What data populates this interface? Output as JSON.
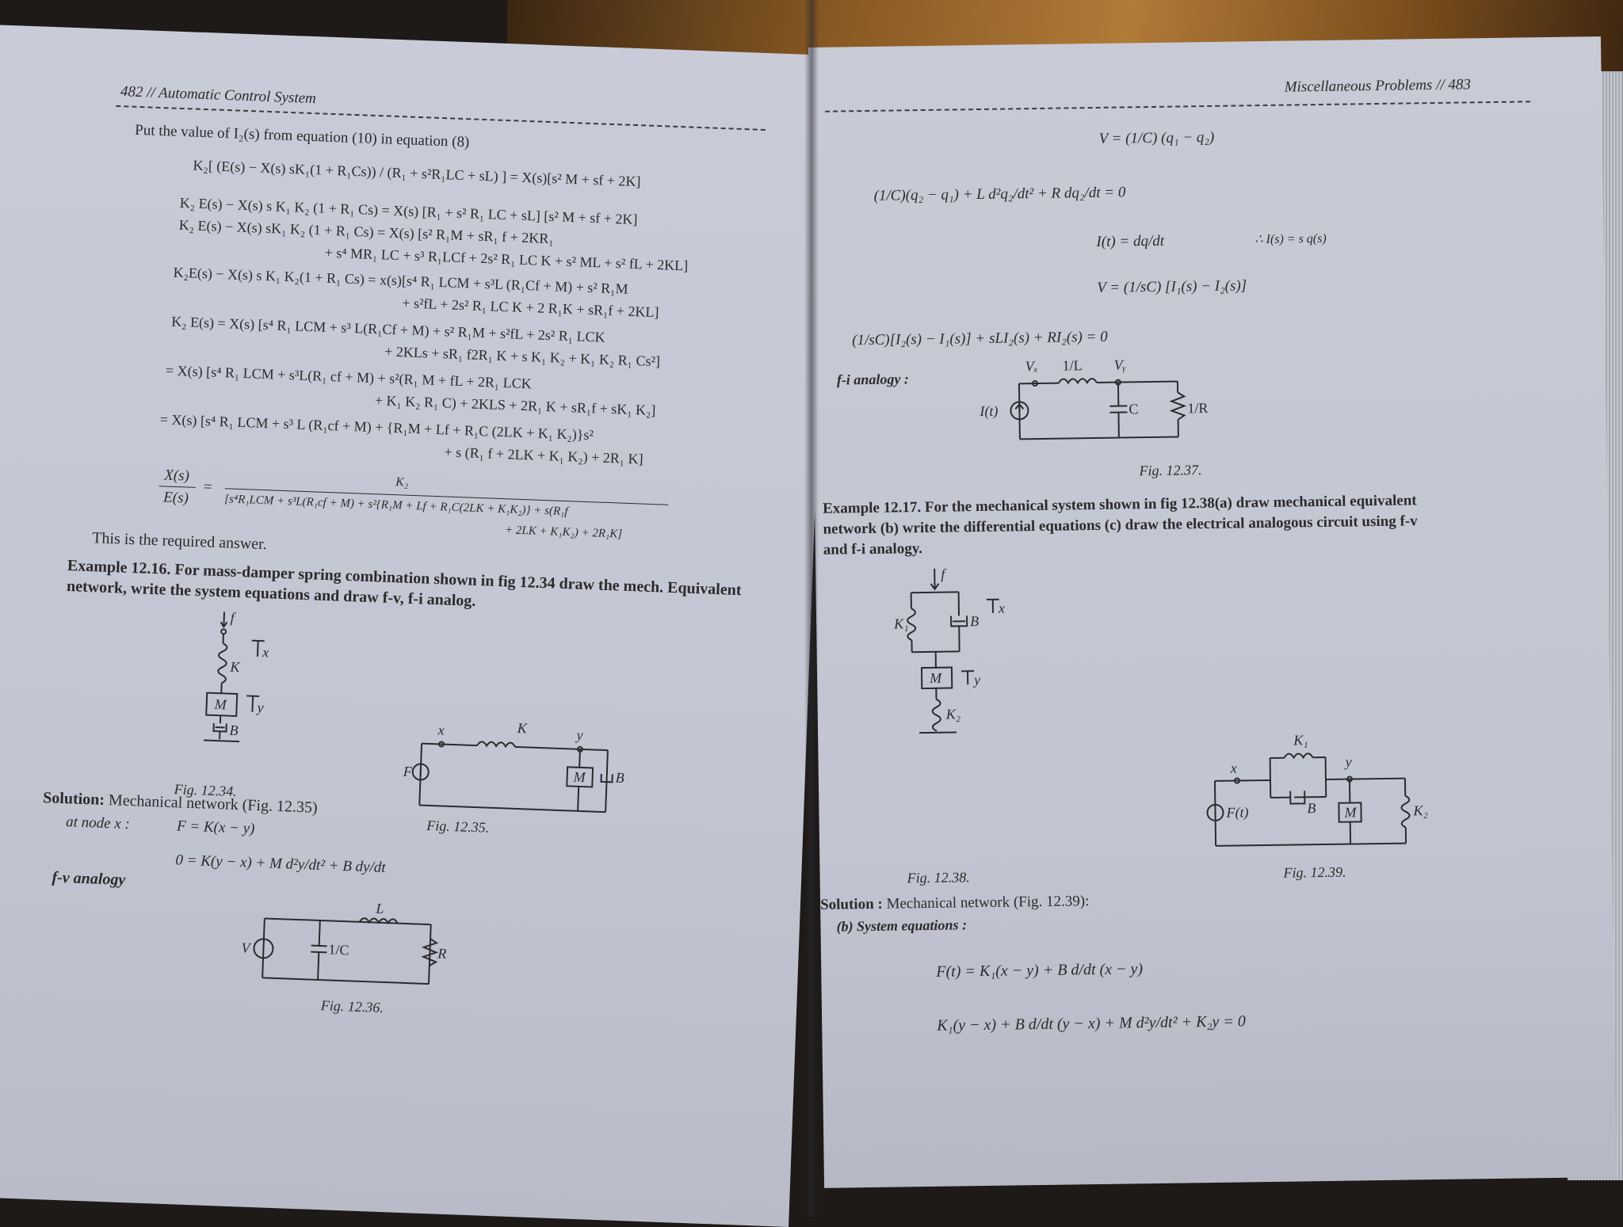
{
  "left_page": {
    "header": "482 // Automatic Control System",
    "intro": "Put the value of I₂(s) from equation (10) in equation (8)",
    "equations": [
      "K₂[ (E(s) − X(s) sK₁(1 + R₁Cs)) / (R₁ + s²R₁LC + sL) ] = X(s)[s² M + sf + 2K]",
      "K₂ E(s) − X(s) s K₁ K₂ (1 + R₁ Cs) = X(s) [R₁ + s² R₁ LC + sL] [s² M + sf + 2K]",
      "K₂ E(s) − X(s) sK₁ K₂ (1 + R₁ Cs) = X(s) [s² R₁M + sR₁ f + 2KR₁",
      "+ s⁴ MR₁ LC + s³ R₁LCf + 2s² R₁ LC K + s² ML + s² fL + 2KL]",
      "K₂E(s) − X(s) s K₁ K₂(1 + R₁ Cs) = x(s)[s⁴ R₁ LCM + s³L (R₁Cf + M) + s² R₁M",
      "+ s²fL + 2s² R₁ LC K + 2 R₁K + sR₁f + 2KL]",
      "K₂ E(s) = X(s) [s⁴ R₁ LCM + s³ L(R₁Cf + M) + s² R₁M + s²fL + 2s² R₁ LCK",
      "+ 2KLs + sR₁ f2R₁ K + s K₁ K₂ + K₁ K₂ R₁ Cs²]",
      "= X(s) [s⁴ R₁ LCM + s³L(R₁ cf + M) + s²(R₁ M + fL + 2R₁ LCK",
      "+ K₁ K₂ R₁ C) + 2KLS + 2R₁ K + sR₁f + sK₁ K₂]",
      "= X(s) [s⁴ R₁ LCM + s³ L (R₁cf + M) + {R₁M + Lf + R₁C (2LK + K₁ K₂)}s²",
      "+ s (R₁ f + 2LK + K₁ K₂) + 2R₁ K]"
    ],
    "tf_lhs_num": "X(s)",
    "tf_lhs_den": "E(s)",
    "tf_num": "K₂",
    "tf_den_1": "[s⁴R₁LCM + s³L(R₁cf + M) + s²{R₁M + Lf + R₁C(2LK + K₁K₂)} + s(R₁f",
    "tf_den_2": "+ 2LK + K₁K₂) + 2R₁K]",
    "answer": "This is the required answer.",
    "example_label": "Example 12.16.",
    "example_text_1": "For mass-damper spring combination shown in fig 12.34 draw the mech. Equivalent",
    "example_text_2": "network, write the system equations and draw f-v, f-i analog.",
    "fig34_caption": "Fig. 12.34.",
    "fig35_caption": "Fig. 12.35.",
    "fig36_caption": "Fig. 12.36.",
    "solution_label": "Solution:",
    "solution_text": "Mechanical network (Fig. 12.35)",
    "node_label": "at node x :",
    "node_eq_1": "F = K(x − y)",
    "node_eq_2": "0 = K(y − x) + M d²y/dt² + B dy/dt",
    "fv_analogy": "f-v analogy",
    "fig_labels": {
      "f": "f",
      "x": "x",
      "y": "y",
      "K": "K",
      "M": "M",
      "B": "B",
      "F": "F",
      "L": "L",
      "C": "1/C",
      "R": "R",
      "V": "V"
    }
  },
  "right_page": {
    "header": "Miscellaneous Problems // 483",
    "eq_v1": "V = (1/C) (q₁ − q₂)",
    "eq_loop": "(1/C)(q₂ − q₁) + L d²q₂/dt² + R dq₂/dt = 0",
    "eq_i": "I(t) = dq/dt",
    "eq_i_note": "∴ I(s) = s q(s)",
    "eq_v2": "V = (1/sC) [I₁(s) − I₂(s)]",
    "eq_loop_s": "(1/sC)[I₂(s) − I₁(s)] + sLI₂(s) + RI₂(s) = 0",
    "fi_analogy": "f-i analogy :",
    "fig37_caption": "Fig. 12.37.",
    "fig37_labels": {
      "Vx": "Vₓ",
      "Vy": "Vᵧ",
      "L": "1/L",
      "I": "I(t)",
      "C": "C",
      "R": "1/R"
    },
    "example_label": "Example 12.17.",
    "example_text_1": "For the mechanical system shown in fig 12.38(a) draw mechanical equivalent",
    "example_text_2": "network (b) write the differential equations (c) draw the electrical analogous circuit using f-v",
    "example_text_3": "and f-i analogy.",
    "fig38_caption": "Fig. 12.38.",
    "fig39_caption": "Fig. 12.39.",
    "fig38_labels": {
      "f": "f",
      "x": "x",
      "y": "y",
      "K1": "K₁",
      "K2": "K₂",
      "B": "B",
      "M": "M"
    },
    "fig39_labels": {
      "x": "x",
      "y": "y",
      "K1": "K₁",
      "K2": "K₂",
      "B": "B",
      "M": "M",
      "F": "F(t)"
    },
    "solution_label": "Solution :",
    "solution_text": "Mechanical network (Fig. 12.39):",
    "system_eq_label": "(b) System equations :",
    "sys_eq_1": "F(t) = K₁(x − y) + B d/dt (x − y)",
    "sys_eq_2": "K₁(y − x) + B d/dt (y − x) + M d²y/dt² + K₂y = 0"
  }
}
